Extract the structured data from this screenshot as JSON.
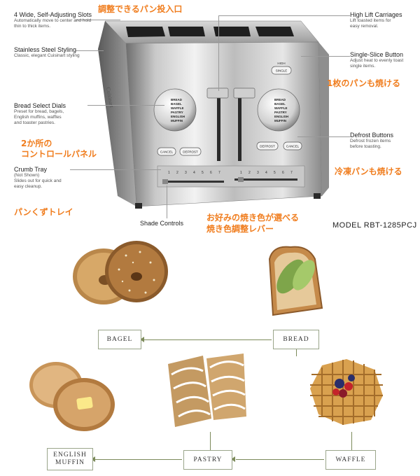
{
  "callouts": {
    "slots": {
      "title": "4 Wide, Self-Adjusting Slots",
      "desc": [
        "Automatically move to center and hold",
        "thin to thick items."
      ]
    },
    "steel": {
      "title": "Stainless Steel Styling",
      "desc": [
        "Classic, elegant Cuisinart styling"
      ]
    },
    "dials": {
      "title": "Bread Select Dials",
      "desc": [
        "Preset for bread, bagels,",
        "English muffins, waffles",
        "and toaster pastries."
      ]
    },
    "crumb": {
      "title": "Crumb Tray",
      "desc": [
        "(Not Shown)",
        "Slides out for quick and",
        "easy cleanup."
      ]
    },
    "lift": {
      "title": "High Lift Carriages",
      "desc": [
        "Lift toasted items for",
        "easy removal."
      ]
    },
    "single": {
      "title": "Single-Slice Button",
      "desc": [
        "Adjust heat to evenly toast",
        "single items."
      ]
    },
    "defrost": {
      "title": "Defrost Buttons",
      "desc": [
        "Defrost frozen items",
        "before toasting."
      ]
    },
    "shade": {
      "title": "Shade Controls"
    }
  },
  "jp_labels": {
    "slots": "調整できるパン投入口",
    "control_1": "2か所の",
    "control_2": "コントロールパネル",
    "crumb": "パンくずトレイ",
    "shade_1": "お好みの焼き色が選べる",
    "shade_2": "焼き色調整レバー",
    "single": "1枚のパンも焼ける",
    "defrost": "冷凍パンも焼ける"
  },
  "model": "MODEL RBT-1285PCJ",
  "toaster": {
    "brand": "Cuisinart",
    "dial_items": [
      "BREAD",
      "BAGEL",
      "WAFFLE",
      "PASTRY",
      "ENGLISH",
      "MUFFIN"
    ],
    "cancel": "CANCEL",
    "defrost": "DEFROST",
    "single_small": "HIGH",
    "single": "SINGLE",
    "shade_numbers": [
      "1",
      "2",
      "3",
      "4",
      "5",
      "6",
      "7"
    ]
  },
  "foods": {
    "bagel": "BAGEL",
    "bread": "BREAD",
    "english_1": "ENGLISH",
    "english_2": "MUFFIN",
    "pastry": "PASTRY",
    "waffle": "WAFFLE"
  },
  "colors": {
    "accent_jp": "#f07d1e",
    "connector": "#7c8a5a"
  }
}
